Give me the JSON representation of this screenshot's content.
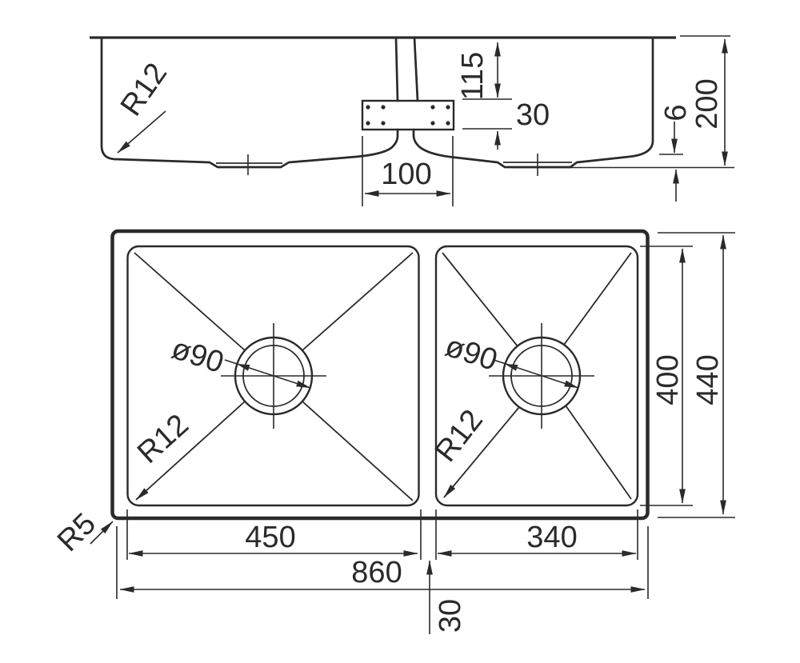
{
  "drawing": {
    "kind": "sink technical drawing",
    "line_color": "#2b2a2a",
    "background": "#ffffff"
  },
  "section_view": {
    "labels": {
      "corner_radius": "R12",
      "rim_to_bracket": "115",
      "bracket_height": "30",
      "bracket_width": "100",
      "bottom_slope_drop": "6",
      "overall_depth": "200"
    }
  },
  "plan_view": {
    "labels": {
      "left_drain_diameter": "ø90",
      "right_drain_diameter": "ø90",
      "left_bowl_corner_radius": "R12",
      "right_bowl_corner_radius": "R12",
      "outer_corner_radius": "R5",
      "left_bowl_width": "450",
      "right_bowl_width": "340",
      "overall_width": "860",
      "bowl_front_to_back": "400",
      "overall_front_to_back": "440",
      "divider_width": "30"
    }
  }
}
